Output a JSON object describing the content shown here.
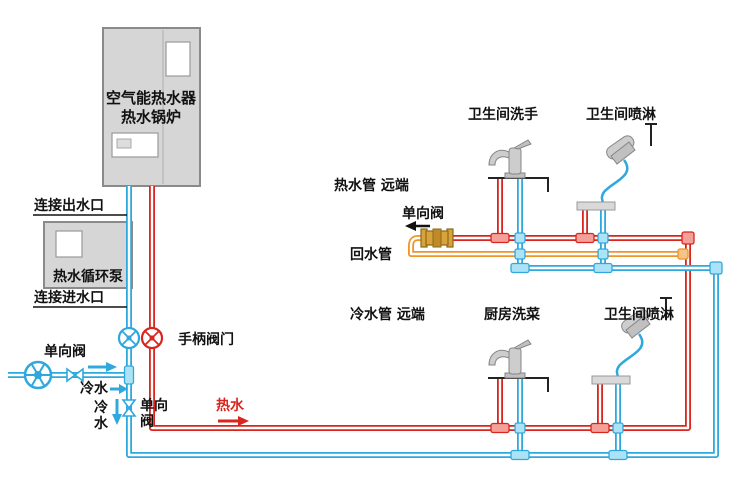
{
  "diagram": {
    "heater": {
      "line1": "空气能热水器",
      "line2": "热水锅炉"
    },
    "pump_label": "热水循环泵",
    "outlet_label": "连接出水口",
    "inlet_label": "连接进水口",
    "left_check_valve": "单向阀",
    "cold_water": "冷水",
    "cold_char1": "冷",
    "cold_char2": "水",
    "vert_check_l1": "单向",
    "vert_check_l2": "阀",
    "handle_valve": "手柄阀门",
    "hot_water": "热水",
    "hot_pipe_far": "热水管 远端",
    "top_check_valve": "单向阀",
    "return_pipe": "回水管",
    "cold_pipe_far": "冷水管 远端",
    "fixtures": {
      "bath_sink": "卫生间洗手",
      "bath_shower_top": "卫生间喷淋",
      "kitchen_sink": "厨房洗菜",
      "bath_shower_bottom": "卫生间喷淋"
    },
    "colors": {
      "hot": "#d9251d",
      "cold": "#2fa8dd",
      "return": "#ef9426",
      "box": "#d6d6d6"
    }
  }
}
